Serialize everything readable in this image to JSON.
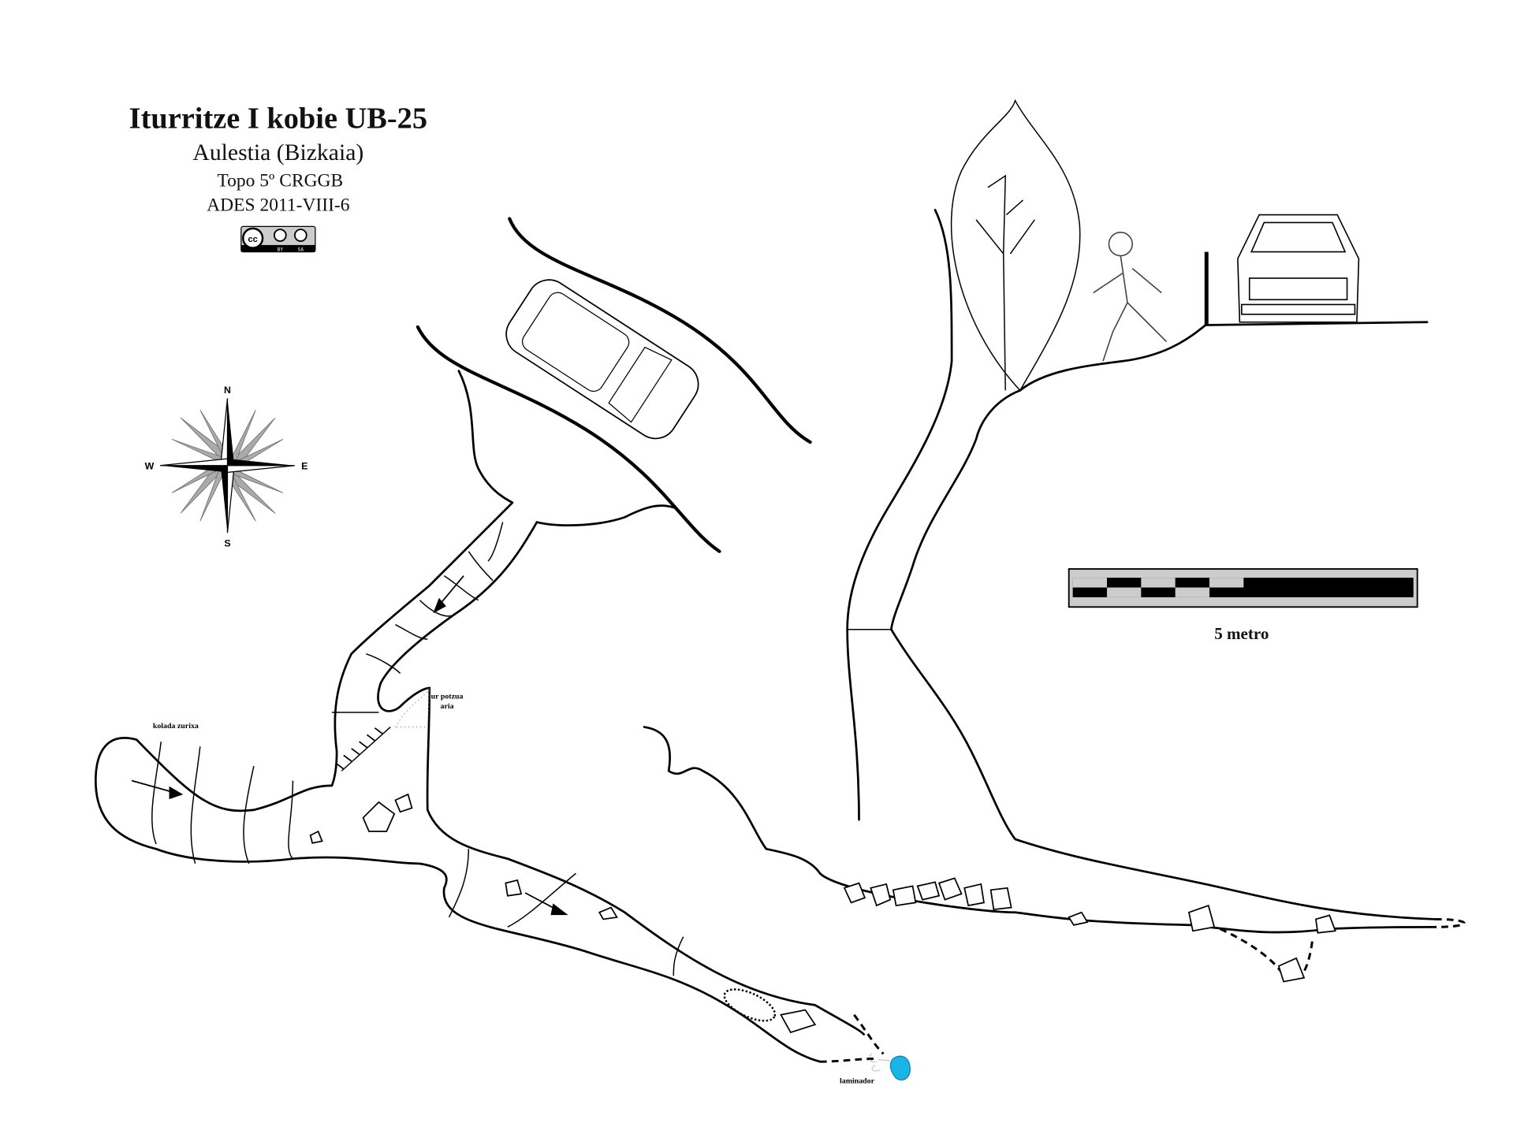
{
  "header": {
    "title": "Iturritze I kobie UB-25",
    "location": "Aulestia (Bizkaia)",
    "survey": "Topo 5º CRGGB",
    "date": "ADES 2011-VIII-6"
  },
  "license": {
    "icon": "cc-by-sa-icon",
    "badge_text": "cc",
    "by": "BY",
    "sa": "SA"
  },
  "compass": {
    "n": "N",
    "s": "S",
    "e": "E",
    "w": "W"
  },
  "scale": {
    "label": "5 metro"
  },
  "annotations": {
    "white_flowstone": "kolada zurixa",
    "well_area_line1": "ur potzua",
    "well_area_line2": "aria",
    "laminador": "laminador"
  },
  "colors": {
    "water": "#1ab4e8",
    "ink": "#000000"
  }
}
